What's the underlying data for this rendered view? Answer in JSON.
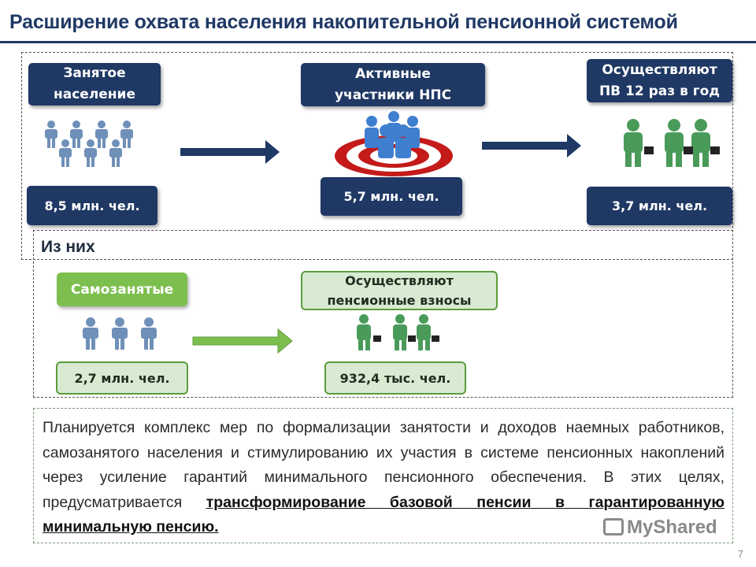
{
  "title": "Расширение охвата населения накопительной пенсионной системой",
  "top_row": {
    "employed": {
      "label_line1": "Занятое",
      "label_line2": "население",
      "value": "8,5 млн. чел."
    },
    "active": {
      "label_line1": "Активные",
      "label_line2": "участники НПС",
      "value": "5,7 млн. чел."
    },
    "pv": {
      "label_line1": "Осуществляют",
      "label_line2": "ПВ 12 раз в год",
      "value": "3,7 млн. чел."
    }
  },
  "sub_section": {
    "heading": "Из них",
    "self_employed": {
      "label": "Самозанятые",
      "value": "2,7 млн. чел."
    },
    "contributors": {
      "label_line1": "Осуществляют",
      "label_line2": "пенсионные взносы",
      "value": "932,4 тыс. чел."
    }
  },
  "paragraph": {
    "text": "Планируется комплекс мер по формализации занятости и доходов наемных работников, самозанятого населения и стимулированию их участия в системе пенсионных накоплений через усиление гарантий минимального пенсионного обеспечения. В этих целях, предусматривается ",
    "emphasis": "трансформирование базовой пенсии в гарантированную минимальную пенсию."
  },
  "watermark": "MyShared",
  "page_number": "7",
  "colors": {
    "navy": "#1f3864",
    "green": "#7dbf4f",
    "figure_blue": "#6f90b8",
    "figure_green": "#4a9b5a"
  }
}
